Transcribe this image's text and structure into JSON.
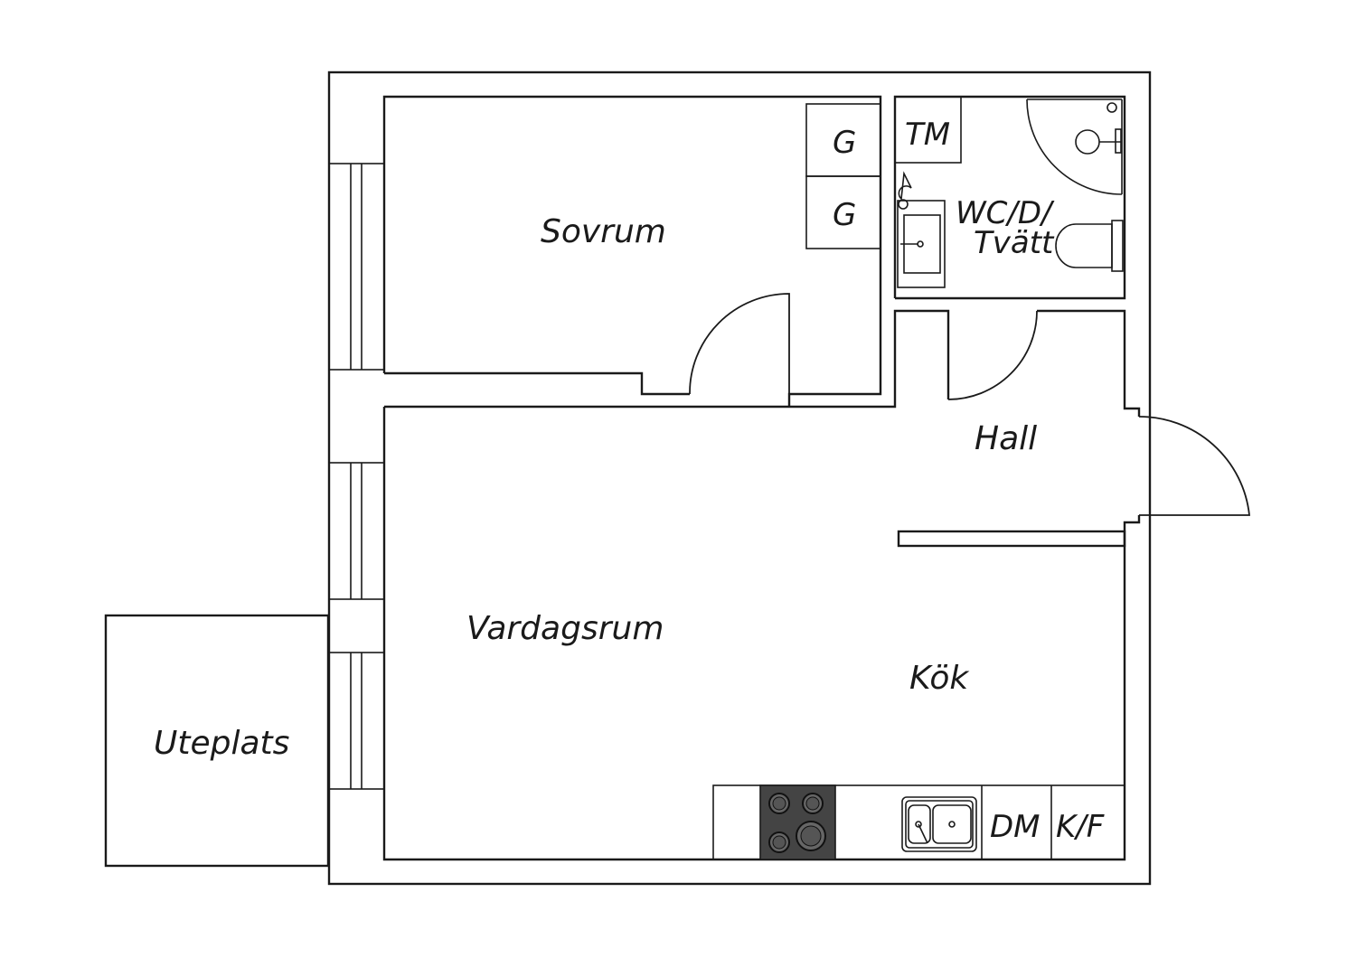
{
  "rooms": {
    "sovrum": "Sovrum",
    "vardagsrum": "Vardagsrum",
    "kok": "Kök",
    "hall": "Hall",
    "uteplats": "Uteplats",
    "wc_line1": "WC/D/",
    "wc_line2": "Tvätt"
  },
  "fixtures": {
    "wardrobe_1": "G",
    "wardrobe_2": "G",
    "tm": "TM",
    "dm": "DM",
    "kf": "K/F"
  },
  "colors": {
    "line": "#1a1a1a",
    "stove": "#444444",
    "background": "#ffffff"
  }
}
